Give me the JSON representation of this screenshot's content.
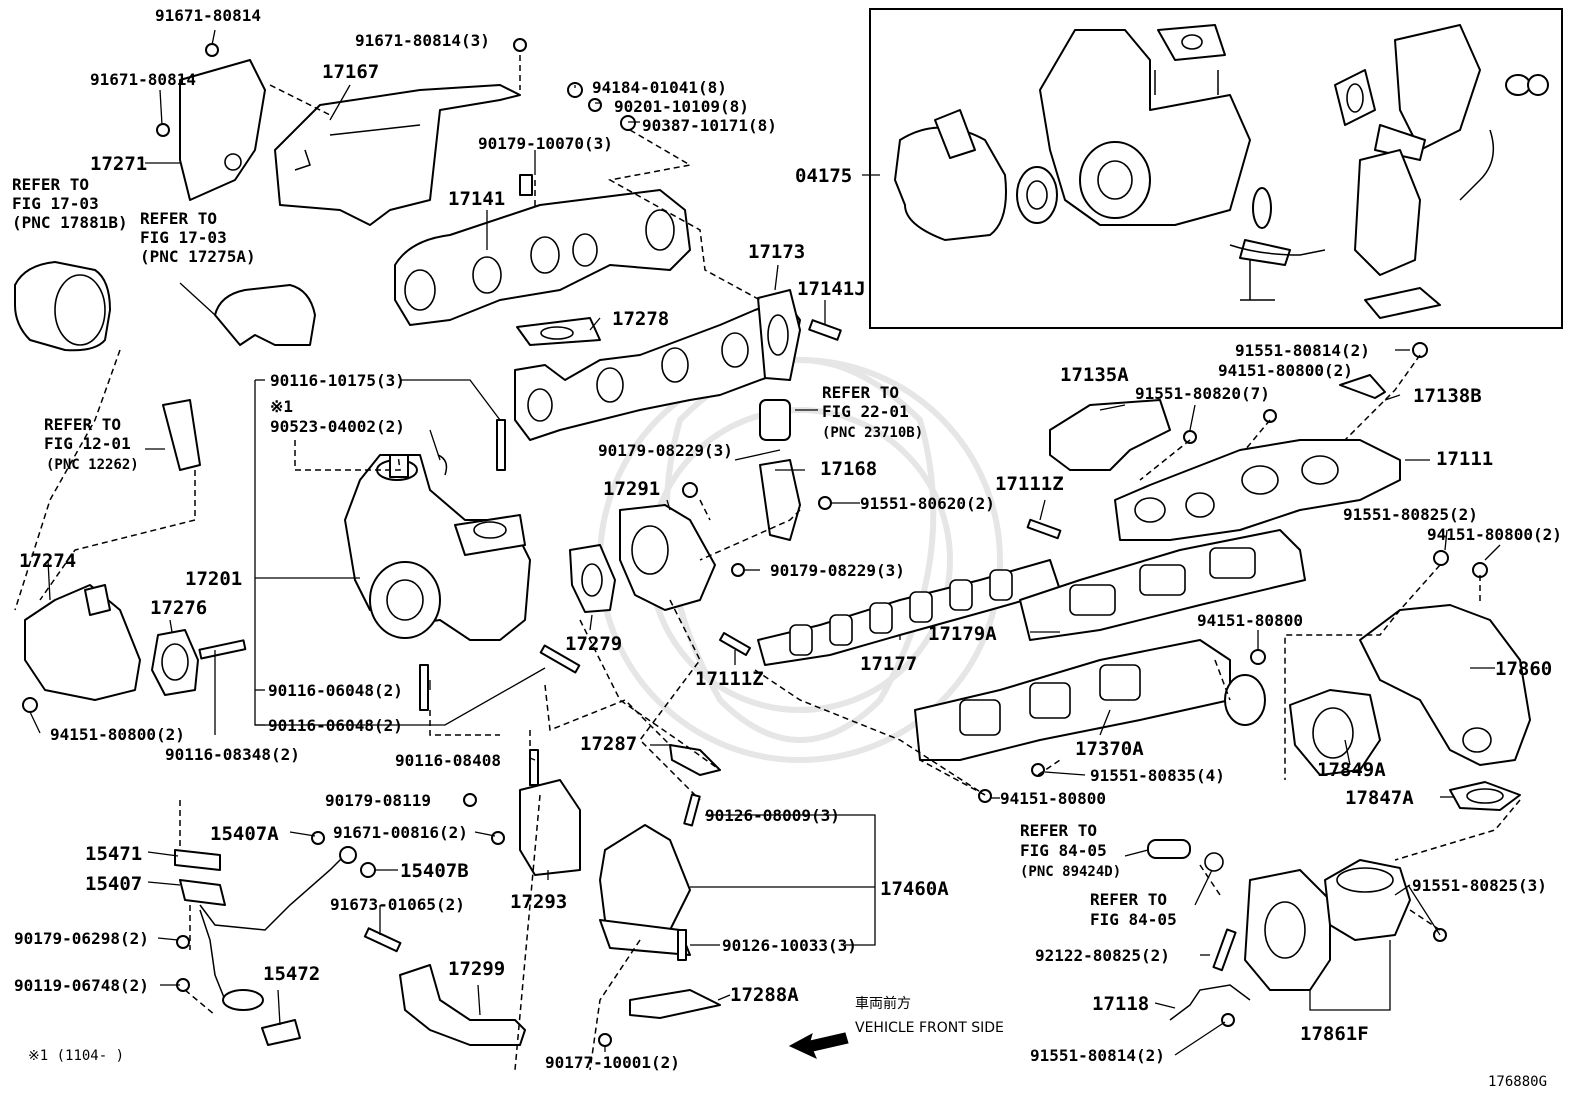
{
  "diagram": {
    "fig_code": "176880G",
    "footnote": "※1 (1104-        )",
    "front_jp": "車両前方",
    "front_en": "VEHICLE FRONT SIDE",
    "refs": {
      "r1": [
        "REFER TO",
        "FIG 17-03",
        "(PNC 17881B)"
      ],
      "r2": [
        "REFER TO",
        "FIG 17-03",
        "(PNC 17275A)"
      ],
      "r3": [
        "REFER TO",
        "FIG 12-01",
        "(PNC 12262)"
      ],
      "r4": [
        "REFER TO",
        "FIG 22-01",
        "(PNC 23710B)"
      ],
      "r5": [
        "REFER TO",
        "FIG 84-05",
        "(PNC 89424D)"
      ],
      "r6": [
        "REFER TO",
        "FIG 84-05"
      ]
    },
    "labels": {
      "p91671_80814_a": "91671-80814",
      "p91671_80814_b": "91671-80814",
      "p91671_80814_3": "91671-80814(3)",
      "p17167": "17167",
      "p17271": "17271",
      "p94184": "94184-01041(8)",
      "p90201": "90201-10109(8)",
      "p90387": "90387-10171(8)",
      "p90179_10070": "90179-10070(3)",
      "p04175": "04175",
      "p17141": "17141",
      "p17173": "17173",
      "p17141J": "17141J",
      "p17278": "17278",
      "p90116_10175": "90116-10175(3)",
      "p_note1": "※1",
      "p90523": "90523-04002(2)",
      "p91551_80814_2a": "91551-80814(2)",
      "p94151_80800_2a": "94151-80800(2)",
      "p17135A": "17135A",
      "p91551_80820": "91551-80820(7)",
      "p17138B": "17138B",
      "p17111": "17111",
      "p90179_08229_a": "90179-08229(3)",
      "p17168": "17168",
      "p17291": "17291",
      "p91551_80620": "91551-80620(2)",
      "p17111Z_a": "17111Z",
      "p91551_80825_2": "91551-80825(2)",
      "p94151_80800_2b": "94151-80800(2)",
      "p17274": "17274",
      "p17201": "17201",
      "p17276": "17276",
      "p90179_08229_b": "90179-08229(3)",
      "p17279": "17279",
      "p17179A": "17179A",
      "p94151_80800_a": "94151-80800",
      "p17177": "17177",
      "p17111Z_b": "17111Z",
      "p17860": "17860",
      "p90116_06048_a": "90116-06048(2)",
      "p90116_06048_b": "90116-06048(2)",
      "p94151_80800_2c": "94151-80800(2)",
      "p90116_08348": "90116-08348(2)",
      "p90116_08408": "90116-08408",
      "p17287": "17287",
      "p17370A": "17370A",
      "p17849A": "17849A",
      "p91551_80835": "91551-80835(4)",
      "p90179_08119": "90179-08119",
      "p94151_80800_b": "94151-80800",
      "p17847A": "17847A",
      "p15407A": "15407A",
      "p91671_00816": "91671-00816(2)",
      "p90126_08009": "90126-08009(3)",
      "p15471": "15471",
      "p15407B": "15407B",
      "p15407": "15407",
      "p17293": "17293",
      "p17460A": "17460A",
      "p91551_80825_3": "91551-80825(3)",
      "p90179_06298": "90179-06298(2)",
      "p91673_01065": "91673-01065(2)",
      "p90126_10033": "90126-10033(3)",
      "p92122": "92122-80825(2)",
      "p17299": "17299",
      "p15472": "15472",
      "p90119_06748": "90119-06748(2)",
      "p17288A": "17288A",
      "p17118": "17118",
      "p91551_80814_2b": "91551-80814(2)",
      "p17861F": "17861F",
      "p90177_10001": "90177-10001(2)"
    }
  }
}
